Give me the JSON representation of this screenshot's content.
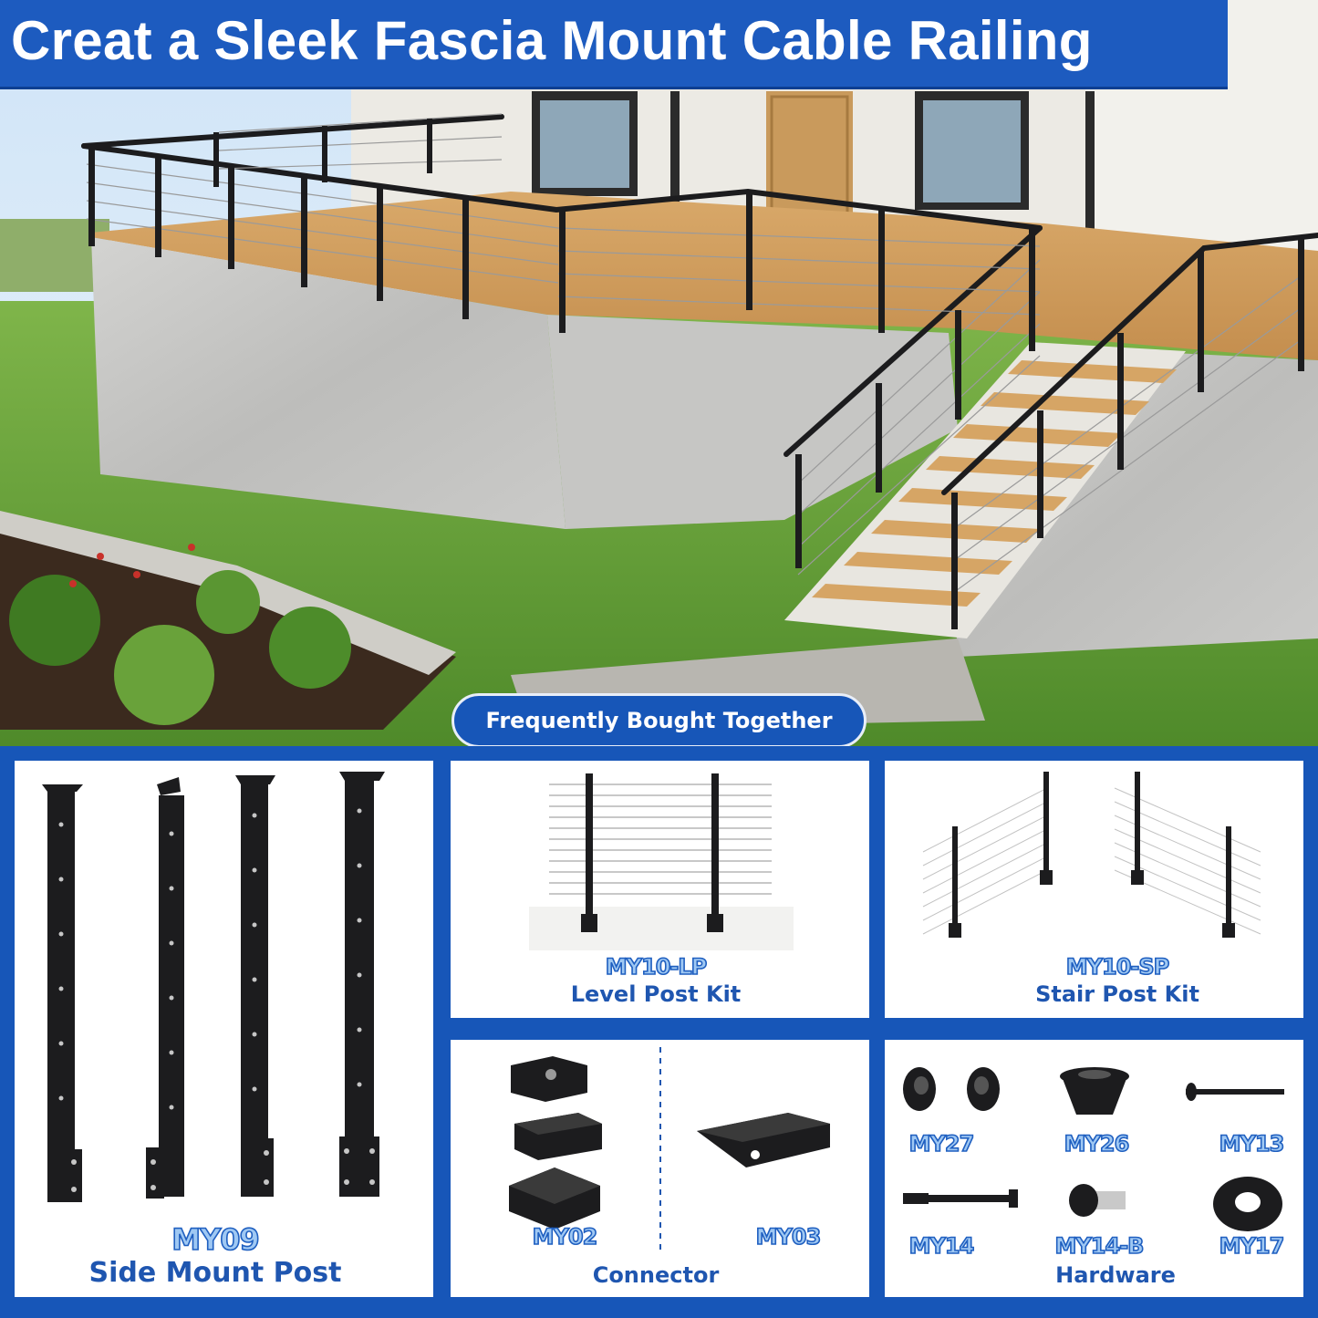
{
  "header": {
    "title": "Creat a Sleek Fascia Mount Cable Railing"
  },
  "badge": {
    "label": "Frequently Bought Together"
  },
  "products": {
    "side_post": {
      "code": "MY09",
      "name": "Side Mount Post"
    },
    "level_post": {
      "code": "MY10-LP",
      "name": "Level Post Kit"
    },
    "stair_post": {
      "code": "MY10-SP",
      "name": "Stair Post Kit"
    },
    "connector": {
      "name": "Connector",
      "part_a": "MY02",
      "part_b": "MY03"
    },
    "hardware": {
      "name": "Hardware",
      "parts": [
        "MY27",
        "MY26",
        "MY13",
        "MY14",
        "MY14-B",
        "MY17"
      ]
    }
  },
  "colors": {
    "brand_blue": "#1756b8",
    "label_blue": "#1f56b0",
    "code_fill": "#9fc8f3",
    "post_black": "#1c1c1e"
  }
}
